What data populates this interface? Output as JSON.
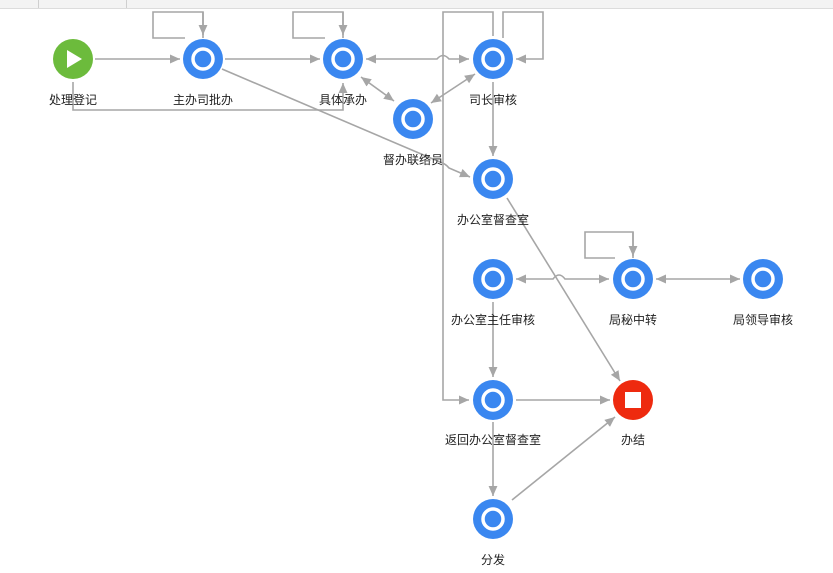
{
  "diagram": {
    "nodes": [
      {
        "id": "start",
        "label": "处理登记",
        "kind": "start"
      },
      {
        "id": "n1",
        "label": "主办司批办",
        "kind": "task"
      },
      {
        "id": "n2",
        "label": "具体承办",
        "kind": "task"
      },
      {
        "id": "n3",
        "label": "司长审核",
        "kind": "task"
      },
      {
        "id": "n4",
        "label": "督办联络员",
        "kind": "task"
      },
      {
        "id": "n5",
        "label": "办公室督查室",
        "kind": "task"
      },
      {
        "id": "n6",
        "label": "办公室主任审核",
        "kind": "task"
      },
      {
        "id": "n7",
        "label": "局秘中转",
        "kind": "task"
      },
      {
        "id": "n8",
        "label": "局领导审核",
        "kind": "task"
      },
      {
        "id": "n9",
        "label": "返回办公室督查室",
        "kind": "task"
      },
      {
        "id": "end",
        "label": "办结",
        "kind": "end"
      },
      {
        "id": "n10",
        "label": "分发",
        "kind": "task"
      }
    ],
    "colors": {
      "task": "#3a87f0",
      "start": "#6cbb3c",
      "end": "#ee2a0f",
      "edge": "#a6a6a6"
    }
  }
}
